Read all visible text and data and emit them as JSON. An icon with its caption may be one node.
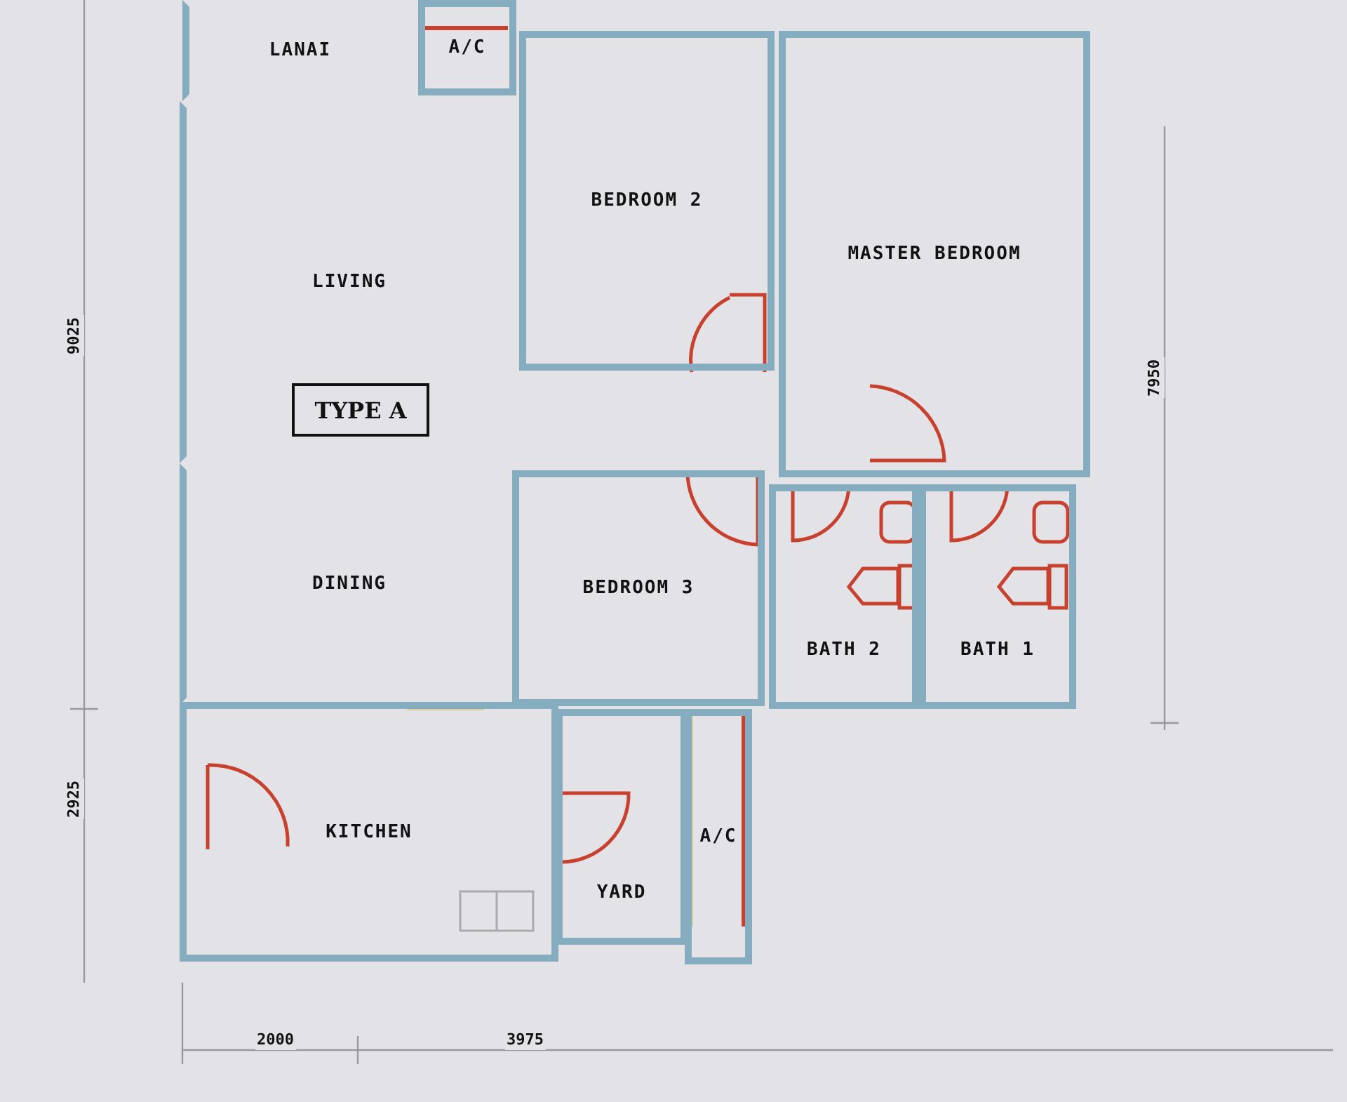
{
  "diagram": {
    "nodes": [
      {
        "text": [
          "LANAI"
        ]
      },
      {
        "text": [
          "A/C"
        ]
      },
      {
        "text": [
          "BEDROOM 2"
        ]
      },
      {
        "text": [
          "MASTER BEDROOM"
        ]
      },
      {
        "text": [
          "LIVING"
        ]
      },
      {
        "text": [
          "TYPE A"
        ],
        "in": 4
      },
      {
        "text": [
          "DINING"
        ]
      },
      {
        "text": [
          "BEDROOM 3"
        ]
      },
      {
        "text": [
          "BATH 2"
        ]
      },
      {
        "text": [
          "BATH 1"
        ]
      },
      {
        "text": [
          "KITCHEN"
        ]
      },
      {
        "text": [
          "YARD"
        ]
      },
      {
        "text": [
          "A/C"
        ]
      }
    ],
    "edges": [],
    "labels": [
      "9025",
      "2925",
      "7950",
      "2000",
      "3975"
    ]
  }
}
